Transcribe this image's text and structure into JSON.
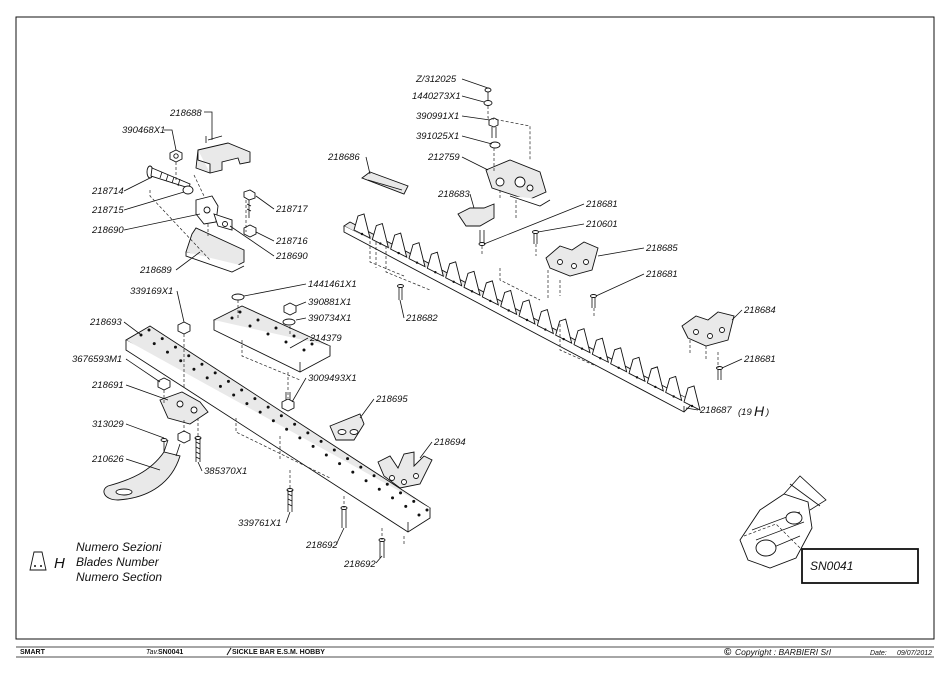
{
  "labels": {
    "l218688": "218688",
    "l390468": "390468X1",
    "l218714": "218714",
    "l218715": "218715",
    "l218690a": "218690",
    "l218717": "218717",
    "l218716": "218716",
    "l218690b": "218690",
    "l218689": "218689",
    "l339169": "339169X1",
    "l218693": "218693",
    "l3676593": "3676593M1",
    "l218691": "218691",
    "l313029": "313029",
    "l210626": "210626",
    "l385370": "385370X1",
    "l1441461": "1441461X1",
    "l390881": "390881X1",
    "l390734": "390734X1",
    "l214379": "214379",
    "l3009493": "3009493X1",
    "l218695": "218695",
    "l218694": "218694",
    "l339761": "339761X1",
    "l218692a": "218692",
    "l218692b": "218692",
    "lz312025": "Z/312025",
    "l1440273": "1440273X1",
    "l390991": "390991X1",
    "l391025": "391025X1",
    "l212759": "212759",
    "l218686": "218686",
    "l218683": "218683",
    "l218681a": "218681",
    "l210601": "210601",
    "l218685": "218685",
    "l218681b": "218681",
    "l218682": "218682",
    "l218684": "218684",
    "l218681c": "218681",
    "l218687": "218687",
    "l218687_count": "(19",
    "l218687_h": "H",
    "l218687_close": ")"
  },
  "legend": {
    "symbol": "H",
    "line1": "Numero Sezioni",
    "line2": "Blades Number",
    "line3": "Numero Section"
  },
  "code_box": "SN0041",
  "footer": {
    "model": "SMART",
    "tav_label": "Tav.",
    "tav_value": "SN0041",
    "title": "SICKLE BAR E.S.M. HOBBY",
    "copyright_symbol": "©",
    "copyright": "Copyright : BARBIERI Srl",
    "date_label": "Date:",
    "date_value": "09/07/2012"
  }
}
